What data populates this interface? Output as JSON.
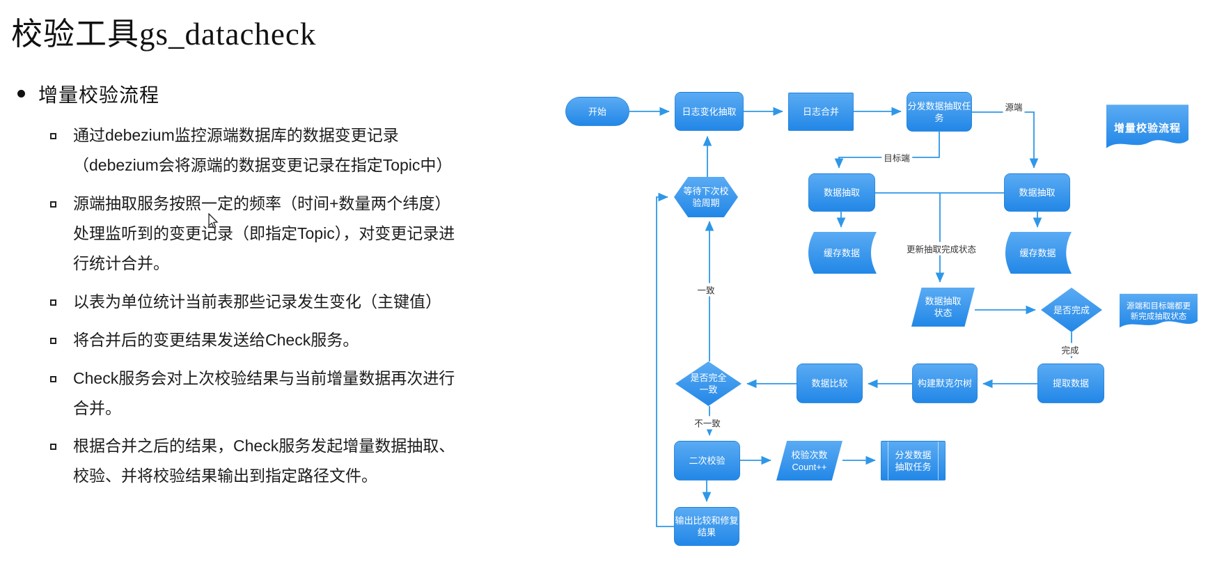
{
  "page": {
    "title": "校验工具gs_datacheck"
  },
  "outline": {
    "heading": "增量校验流程",
    "items": [
      {
        "lines": [
          "通过debezium监控源端数据库的数据变更记录",
          "（debezium会将源端的数据变更记录在指定Topic中）"
        ]
      },
      {
        "lines": [
          "源端抽取服务按照一定的频率（时间+数量两个纬度）",
          "处理监听到的变更记录（即指定Topic），对变更记录进",
          "行统计合并。"
        ]
      },
      {
        "lines": [
          "以表为单位统计当前表那些记录发生变化（主键值）"
        ]
      },
      {
        "lines": [
          "将合并后的变更结果发送给Check服务。"
        ]
      },
      {
        "lines": [
          "Check服务会对上次校验结果与当前增量数据再次进行",
          "合并。"
        ]
      },
      {
        "lines": [
          "根据合并之后的结果，Check服务发起增量数据抽取、",
          "校验、并将校验结果输出到指定路径文件。"
        ]
      }
    ]
  },
  "flowchart": {
    "title_ribbon": "增量校验流程",
    "nodes": {
      "start": "开始",
      "log_extract": "日志变化抽取",
      "log_merge": "日志合并",
      "dispatch_top": "分发数据抽取任\n务",
      "wait_hex": "等待下次校\n验周期",
      "extract_target": "数据抽取",
      "extract_source": "数据抽取",
      "cache_target": "缓存数据",
      "cache_source": "缓存数据",
      "extract_status": "数据抽取\n状态",
      "done_diamond": "是否完成",
      "side_note": "源端和目标端都更\n新完成抽取状态",
      "fetch_data": "提取数据",
      "merkle": "构建默克尔树",
      "compare": "数据比较",
      "consistent_diamond": "是否完全\n一致",
      "recheck": "二次校验",
      "count_incr": "校验次数\nCount++",
      "dispatch_bottom": "分发数据\n抽取任务",
      "output_result": "输出比较和修复\n结果"
    },
    "edge_labels": {
      "source_side": "源端",
      "target_side": "目标端",
      "update_status": "更新抽取完成状态",
      "done": "完成",
      "consistent": "一致",
      "inconsistent": "不一致"
    },
    "colors": {
      "node_top": "#5aabf3",
      "node_bottom": "#2287e7",
      "line": "#2e97e8",
      "text": "#ffffff"
    }
  }
}
